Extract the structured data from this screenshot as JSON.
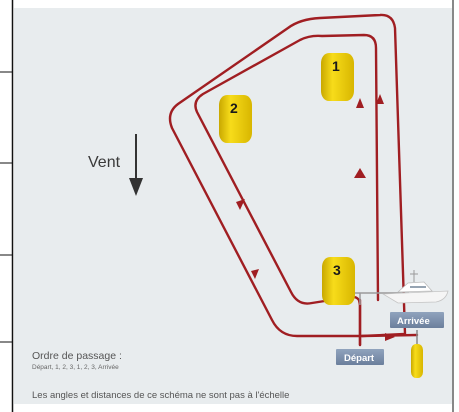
{
  "wind": {
    "label": "Vent"
  },
  "buoys": [
    {
      "number": "1"
    },
    {
      "number": "2"
    },
    {
      "number": "3"
    }
  ],
  "start": {
    "label": "Départ"
  },
  "finish": {
    "label": "Arrivée"
  },
  "order": {
    "title": "Ordre de passage :",
    "sequence": "Départ, 1, 2, 3, 1, 2, 3, Arrivée"
  },
  "footer_note": "Les angles et distances de ce schéma ne sont pas à l'échelle",
  "colors": {
    "background": "#e8ecee",
    "course_line": "#a01e22",
    "buoy": "#f2cd00",
    "label_box": "#7e92ae",
    "committee_line": "#9a9a9a"
  }
}
